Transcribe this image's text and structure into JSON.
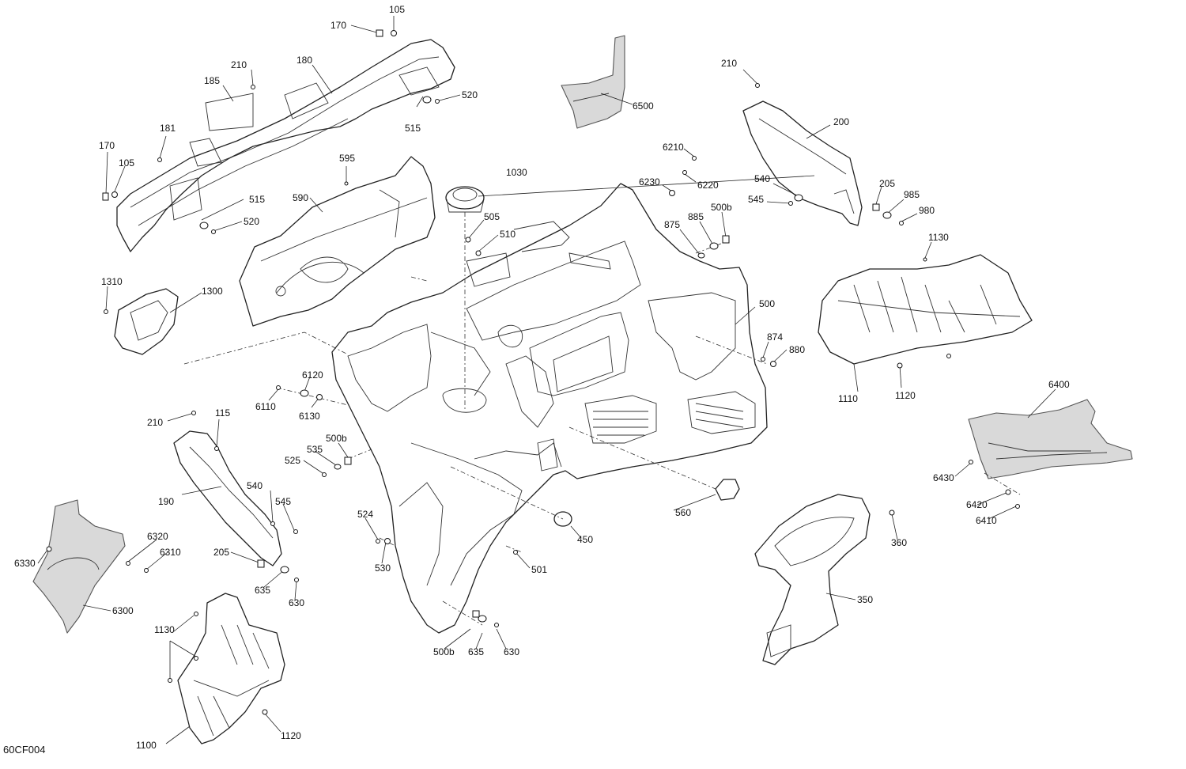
{
  "figure_code": "60CF004",
  "labels": [
    {
      "id": "105a",
      "text": "105"
    },
    {
      "id": "170a",
      "text": "170"
    },
    {
      "id": "210a",
      "text": "210"
    },
    {
      "id": "180",
      "text": "180"
    },
    {
      "id": "185",
      "text": "185"
    },
    {
      "id": "181",
      "text": "181"
    },
    {
      "id": "170b",
      "text": "170"
    },
    {
      "id": "105b",
      "text": "105"
    },
    {
      "id": "520a",
      "text": "520"
    },
    {
      "id": "515a",
      "text": "515"
    },
    {
      "id": "515b",
      "text": "515"
    },
    {
      "id": "520b",
      "text": "520"
    },
    {
      "id": "595",
      "text": "595"
    },
    {
      "id": "590",
      "text": "590"
    },
    {
      "id": "1030",
      "text": "1030"
    },
    {
      "id": "505",
      "text": "505"
    },
    {
      "id": "510",
      "text": "510"
    },
    {
      "id": "6500",
      "text": "6500"
    },
    {
      "id": "210b",
      "text": "210"
    },
    {
      "id": "200",
      "text": "200"
    },
    {
      "id": "6210",
      "text": "6210"
    },
    {
      "id": "6230",
      "text": "6230"
    },
    {
      "id": "6220",
      "text": "6220"
    },
    {
      "id": "540a",
      "text": "540"
    },
    {
      "id": "545a",
      "text": "545"
    },
    {
      "id": "205a",
      "text": "205"
    },
    {
      "id": "985",
      "text": "985"
    },
    {
      "id": "980",
      "text": "980"
    },
    {
      "id": "875",
      "text": "875"
    },
    {
      "id": "885",
      "text": "885"
    },
    {
      "id": "500b_a",
      "text": "500b"
    },
    {
      "id": "1130a",
      "text": "1130"
    },
    {
      "id": "1310",
      "text": "1310"
    },
    {
      "id": "1300",
      "text": "1300"
    },
    {
      "id": "500",
      "text": "500"
    },
    {
      "id": "874",
      "text": "874"
    },
    {
      "id": "880",
      "text": "880"
    },
    {
      "id": "1110",
      "text": "1110"
    },
    {
      "id": "1120a",
      "text": "1120"
    },
    {
      "id": "6120",
      "text": "6120"
    },
    {
      "id": "6110",
      "text": "6110"
    },
    {
      "id": "6130",
      "text": "6130"
    },
    {
      "id": "210c",
      "text": "210"
    },
    {
      "id": "115",
      "text": "115"
    },
    {
      "id": "500b_b",
      "text": "500b"
    },
    {
      "id": "535",
      "text": "535"
    },
    {
      "id": "525",
      "text": "525"
    },
    {
      "id": "6400",
      "text": "6400"
    },
    {
      "id": "540b",
      "text": "540"
    },
    {
      "id": "545b",
      "text": "545"
    },
    {
      "id": "190",
      "text": "190"
    },
    {
      "id": "6430",
      "text": "6430"
    },
    {
      "id": "560",
      "text": "560"
    },
    {
      "id": "6420",
      "text": "6420"
    },
    {
      "id": "6410",
      "text": "6410"
    },
    {
      "id": "524",
      "text": "524"
    },
    {
      "id": "450",
      "text": "450"
    },
    {
      "id": "360",
      "text": "360"
    },
    {
      "id": "6320",
      "text": "6320"
    },
    {
      "id": "6310",
      "text": "6310"
    },
    {
      "id": "205b",
      "text": "205"
    },
    {
      "id": "6330",
      "text": "6330"
    },
    {
      "id": "530",
      "text": "530"
    },
    {
      "id": "501",
      "text": "501"
    },
    {
      "id": "635a",
      "text": "635"
    },
    {
      "id": "630a",
      "text": "630"
    },
    {
      "id": "350",
      "text": "350"
    },
    {
      "id": "6300",
      "text": "6300"
    },
    {
      "id": "1130b",
      "text": "1130"
    },
    {
      "id": "500b_c",
      "text": "500b"
    },
    {
      "id": "635b",
      "text": "635"
    },
    {
      "id": "630b",
      "text": "630"
    },
    {
      "id": "1100",
      "text": "1100"
    },
    {
      "id": "1120b",
      "text": "1120"
    }
  ]
}
